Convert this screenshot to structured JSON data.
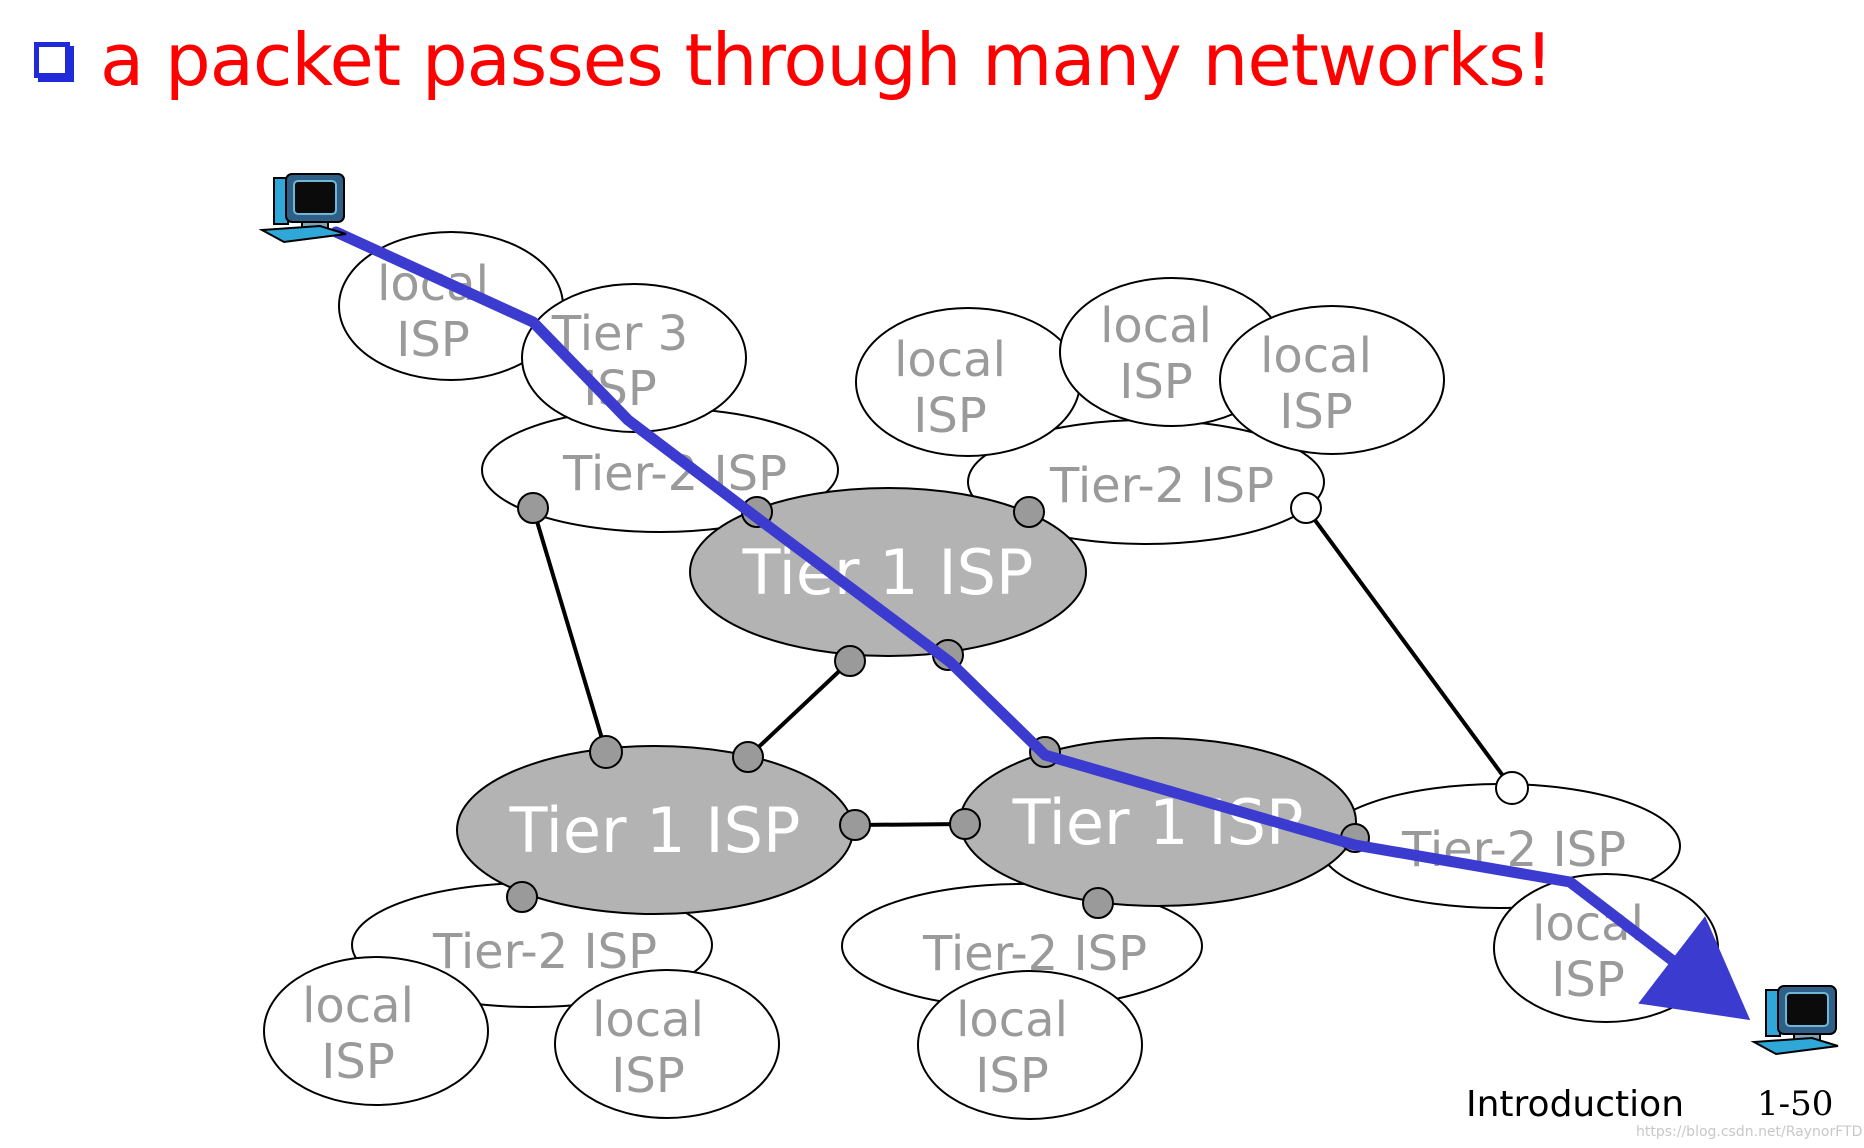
{
  "slide": {
    "title": "a packet passes through many networks!",
    "footer_section": "Introduction",
    "footer_page": "1-50",
    "watermark": "https://blog.csdn.net/RaynorFTD"
  },
  "colors": {
    "title": "#ff0000",
    "bullet": "#1f2bd8",
    "tier1_fill": "#b3b3b3",
    "label_gray": "#9a9a9a",
    "path": "#3b3bd0"
  },
  "icons": [
    "computer-source-icon",
    "computer-destination-icon"
  ],
  "networks": [
    {
      "id": "local-isp-a",
      "label_line1": "local",
      "label_line2": "ISP"
    },
    {
      "id": "tier3-isp",
      "label_line1": "Tier 3",
      "label_line2": "ISP"
    },
    {
      "id": "tier2-isp-top-left",
      "label_line1": "Tier-2 ISP",
      "label_line2": ""
    },
    {
      "id": "local-isp-b",
      "label_line1": "local",
      "label_line2": "ISP"
    },
    {
      "id": "local-isp-c",
      "label_line1": "local",
      "label_line2": "ISP"
    },
    {
      "id": "local-isp-d",
      "label_line1": "local",
      "label_line2": "ISP"
    },
    {
      "id": "tier2-isp-top-right",
      "label_line1": "Tier-2 ISP",
      "label_line2": ""
    },
    {
      "id": "tier1-isp-top",
      "label_line1": "Tier 1 ISP",
      "label_line2": ""
    },
    {
      "id": "tier1-isp-left",
      "label_line1": "Tier 1 ISP",
      "label_line2": ""
    },
    {
      "id": "tier1-isp-right",
      "label_line1": "Tier 1 ISP",
      "label_line2": ""
    },
    {
      "id": "tier2-isp-bottom-left",
      "label_line1": "Tier-2 ISP",
      "label_line2": ""
    },
    {
      "id": "tier2-isp-bottom-mid",
      "label_line1": "Tier-2 ISP",
      "label_line2": ""
    },
    {
      "id": "tier2-isp-bottom-right",
      "label_line1": "Tier-2 ISP",
      "label_line2": ""
    },
    {
      "id": "local-isp-e",
      "label_line1": "local",
      "label_line2": "ISP"
    },
    {
      "id": "local-isp-f",
      "label_line1": "local",
      "label_line2": "ISP"
    },
    {
      "id": "local-isp-g",
      "label_line1": "local",
      "label_line2": "ISP"
    },
    {
      "id": "local-isp-h",
      "label_line1": "local",
      "label_line2": "ISP"
    }
  ]
}
